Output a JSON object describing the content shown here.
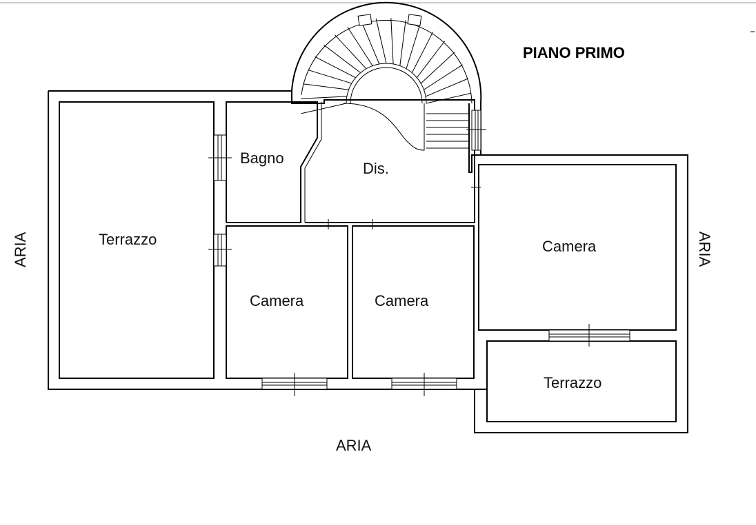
{
  "title": "PIANO PRIMO",
  "rooms": {
    "terrazzo_left": "Terrazzo",
    "bagno": "Bagno",
    "dis": "Dis.",
    "camera_center_left": "Camera",
    "camera_center_right": "Camera",
    "camera_right": "Camera",
    "terrazzo_right": "Terrazzo"
  },
  "aria": {
    "left": "ARIA",
    "right": "ARIA",
    "bottom": "ARIA"
  },
  "colors": {
    "line": "#000000",
    "background": "#ffffff"
  }
}
